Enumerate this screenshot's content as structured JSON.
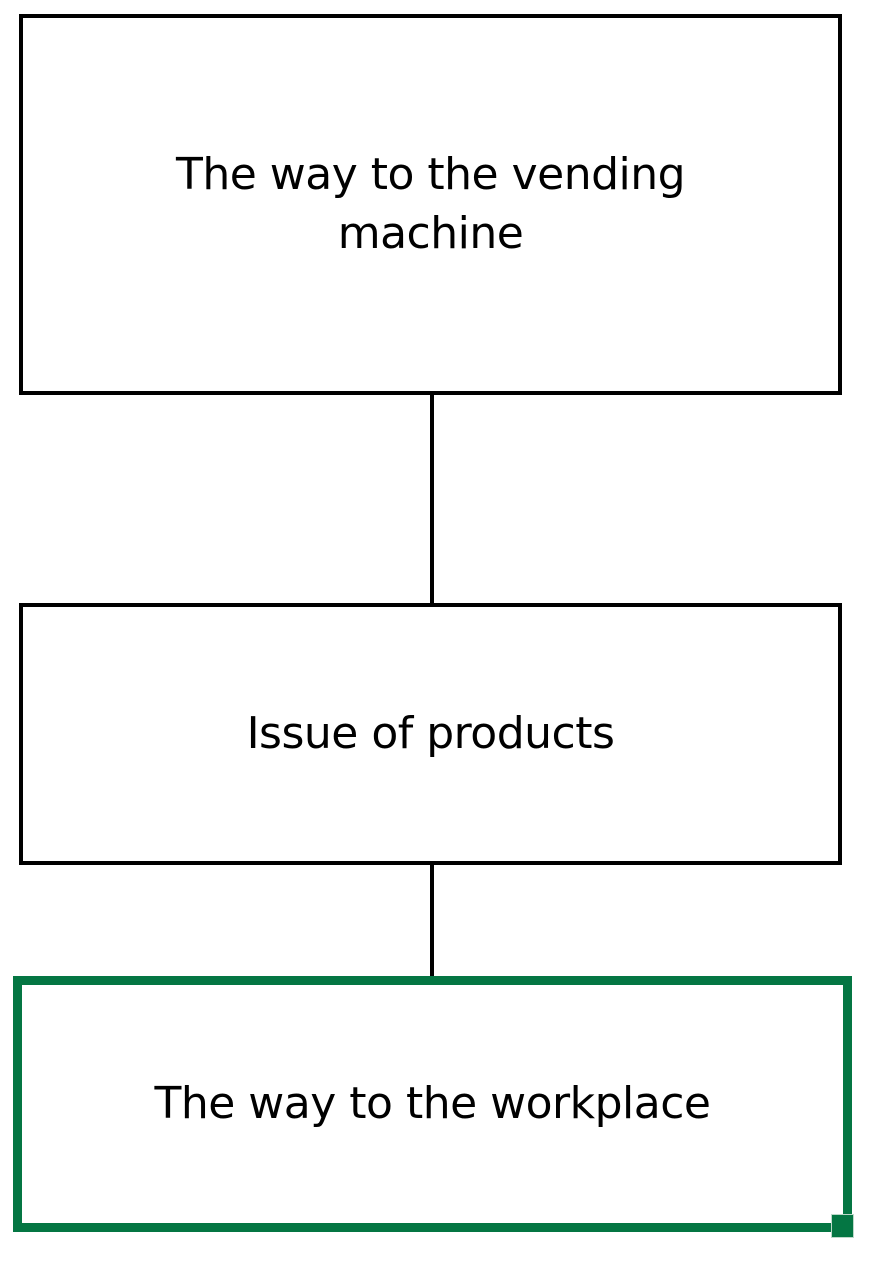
{
  "diagram": {
    "type": "flowchart",
    "orientation": "vertical",
    "background_color": "#ffffff",
    "node_border_color": "#000000",
    "selected_border_color": "#047643",
    "handle_color": "#047643",
    "nodes": [
      {
        "id": "node-1",
        "label": "The way to the vending\nmachine",
        "shape": "rectangle",
        "selected": false
      },
      {
        "id": "node-2",
        "label": "Issue of products",
        "shape": "rectangle",
        "selected": false
      },
      {
        "id": "node-3",
        "label": "The way to the workplace",
        "shape": "rectangle",
        "selected": true
      }
    ],
    "edges": [
      {
        "id": "edge-1",
        "from": "node-1",
        "to": "node-2"
      },
      {
        "id": "edge-2",
        "from": "node-2",
        "to": "node-3"
      }
    ],
    "selection": {
      "selected_node": "node-3",
      "handle": "resize-handle-bottom-right"
    }
  }
}
